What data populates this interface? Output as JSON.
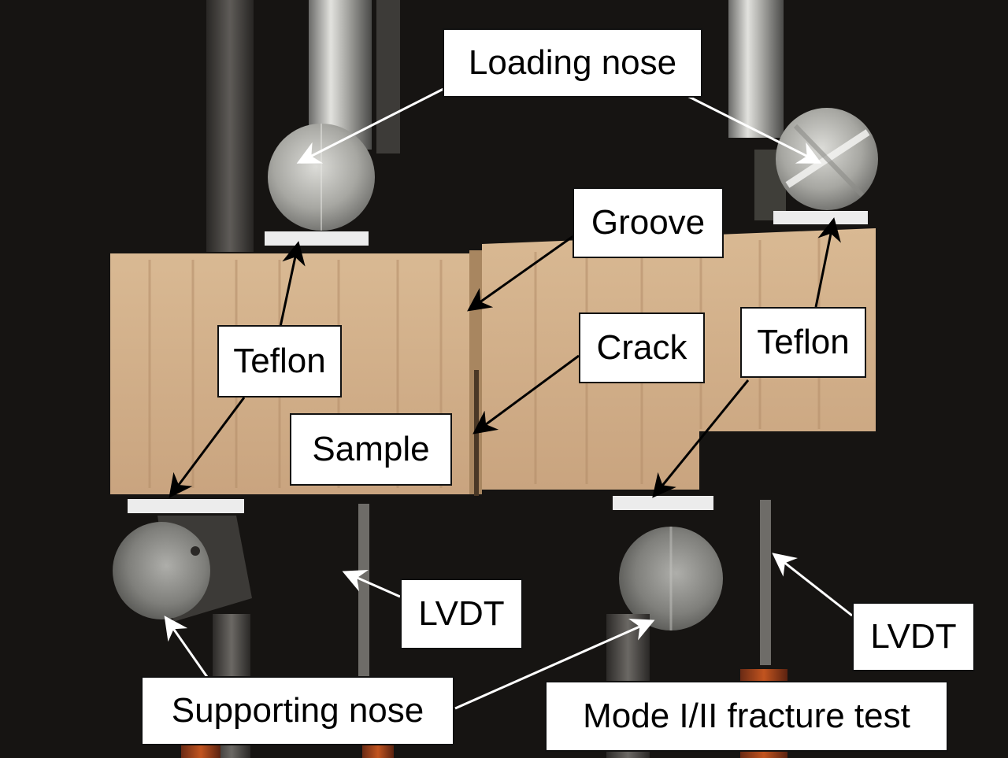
{
  "labels": {
    "loading_nose": "Loading nose",
    "groove": "Groove",
    "crack": "Crack",
    "teflon_left": "Teflon",
    "teflon_right": "Teflon",
    "sample": "Sample",
    "lvdt_left": "LVDT",
    "lvdt_right": "LVDT",
    "supporting_nose": "Supporting nose",
    "caption": "Mode I/II fracture test"
  },
  "colors": {
    "background": "#161412",
    "wood": "#d6b593",
    "steel": "#b9b9b6",
    "teflon": "#ececec",
    "label_bg": "#ffffff",
    "arrow_dark": "#000000",
    "arrow_light": "#ffffff"
  }
}
